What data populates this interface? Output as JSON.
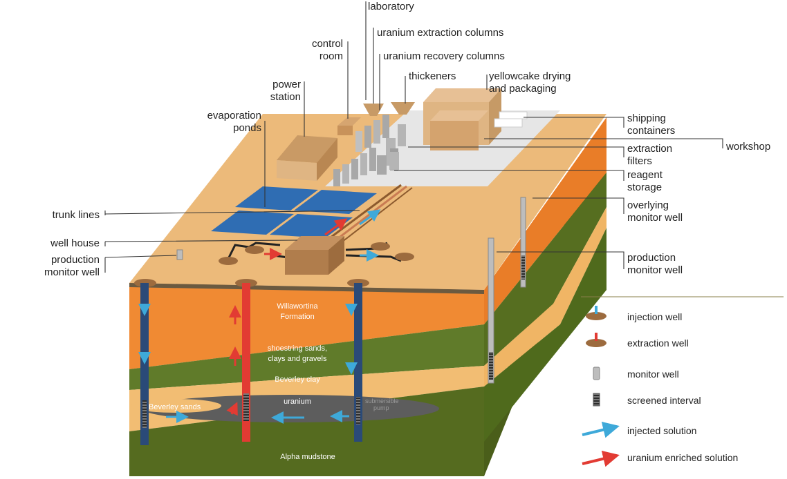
{
  "labels": {
    "laboratory": "laboratory",
    "extraction_columns": "uranium extraction columns",
    "recovery_columns": "uranium recovery columns",
    "control_room_1": "control",
    "control_room_2": "room",
    "thickeners": "thickeners",
    "yellowcake_1": "yellowcake drying",
    "yellowcake_2": "and packaging",
    "power_station_1": "power",
    "power_station_2": "station",
    "evaporation_ponds_1": "evaporation",
    "evaporation_ponds_2": "ponds",
    "shipping_1": "shipping",
    "shipping_2": "containers",
    "workshop": "workshop",
    "extraction_filters_1": "extraction",
    "extraction_filters_2": "filters",
    "reagent_1": "reagent",
    "reagent_2": "storage",
    "trunk_lines": "trunk lines",
    "overlying_1": "overlying",
    "overlying_2": "monitor well",
    "well_house": "well house",
    "prod_monitor_left_1": "production",
    "prod_monitor_left_2": "monitor well",
    "prod_monitor_right_1": "production",
    "prod_monitor_right_2": "monitor well"
  },
  "strata": {
    "willawortina_1": "Willawortina",
    "willawortina_2": "Formation",
    "shoestring_1": "shoestring sands,",
    "shoestring_2": "clays and gravels",
    "beverley_clay": "Beverley clay",
    "uranium": "uranium",
    "beverley_sands": "Beverley sands",
    "pump_1": "submersible",
    "pump_2": "pump",
    "alpha": "Alpha mudstone"
  },
  "legend": {
    "injection_well": "injection well",
    "extraction_well": "extraction well",
    "monitor_well": "monitor well",
    "screened_interval": "screened interval",
    "injected_solution": "injected solution",
    "enriched_solution": "uranium enriched solution"
  },
  "colors": {
    "surface": "#ecba7a",
    "orange_layer": "#f08a33",
    "clay": "#5f7a2a",
    "sand": "#f2bd73",
    "ore": "#5d5d5d",
    "mudstone": "#556b1f",
    "pond": "#2f6db3",
    "injection": "#3ea9d9",
    "enriched": "#e23b33",
    "plant_pad": "#e6e6e6",
    "building": "#dfb583"
  }
}
